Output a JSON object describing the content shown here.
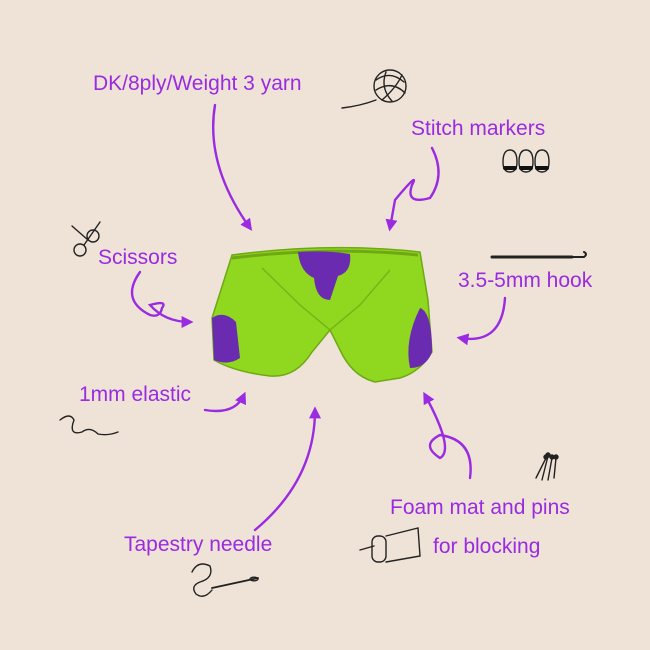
{
  "labels": {
    "yarn": "DK/8ply/Weight 3 yarn",
    "stitch_markers": "Stitch markers",
    "scissors": "Scissors",
    "hook": "3.5-5mm hook",
    "elastic": "1mm elastic",
    "tapestry_needle": "Tapestry needle",
    "foam_mat_line1": "Foam mat and pins",
    "foam_mat_line2": "for blocking"
  },
  "colors": {
    "background": "#efe3d8",
    "accent": "#9a2be0",
    "shorts_green": "#8fd81f",
    "shorts_purple": "#6a2bb0",
    "sketch": "#222222"
  },
  "icons": [
    "yarn-ball-icon",
    "stitch-markers-icon",
    "scissors-icon",
    "crochet-hook-icon",
    "elastic-icon",
    "tapestry-needle-icon",
    "pins-icon",
    "foam-mat-icon"
  ]
}
